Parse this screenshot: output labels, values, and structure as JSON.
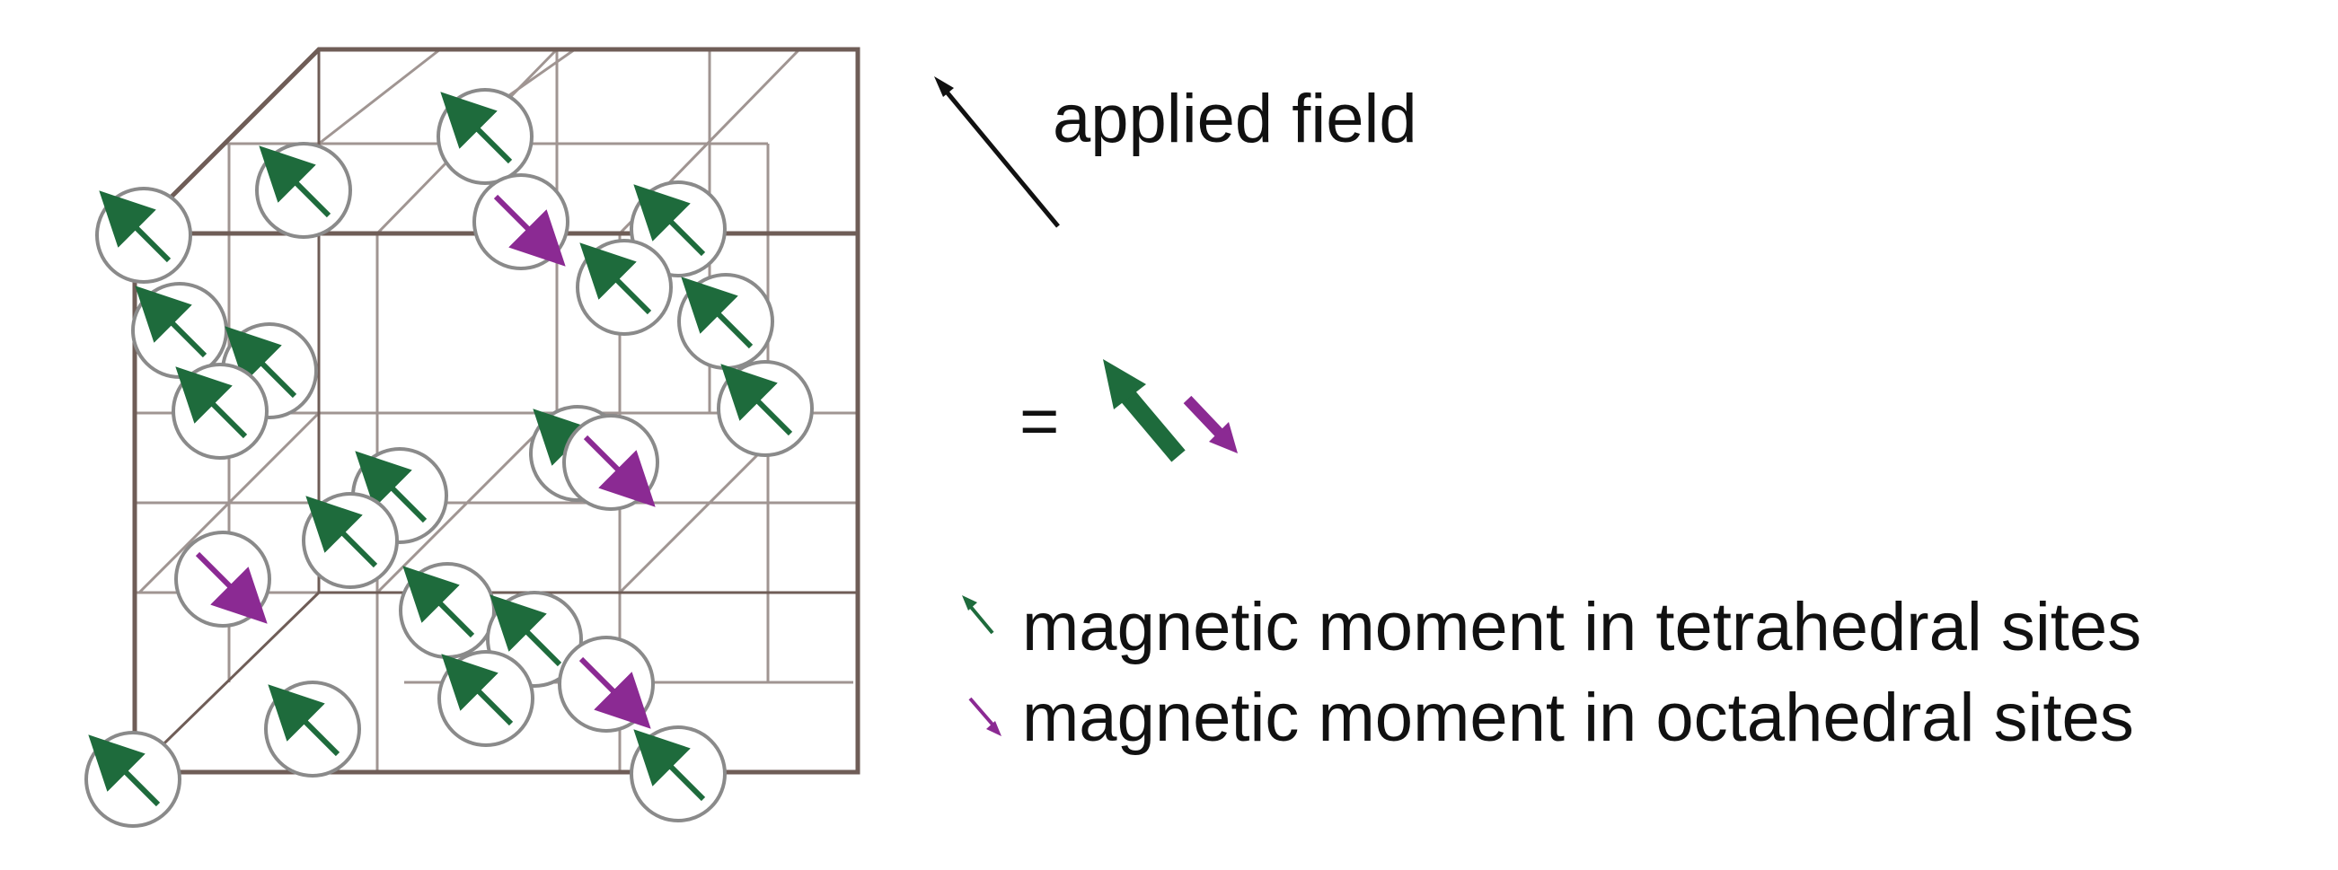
{
  "labels": {
    "applied_field": "applied field",
    "equals": "=",
    "tetrahedral": "magnetic moment in tetrahedral sites",
    "octahedral": "magnetic moment in octahedral sites"
  },
  "colors": {
    "tetrahedral": "#1e6b3c",
    "octahedral": "#8b2a93",
    "frame": "#6f5d57",
    "frame_light": "#a09592",
    "sphere_edge": "#8a8a8a",
    "field_arrow": "#111111"
  },
  "icons": {
    "tetrahedral": "green-arrow-up-left-icon",
    "octahedral": "purple-arrow-down-right-icon",
    "field": "black-arrow-up-left-icon"
  }
}
